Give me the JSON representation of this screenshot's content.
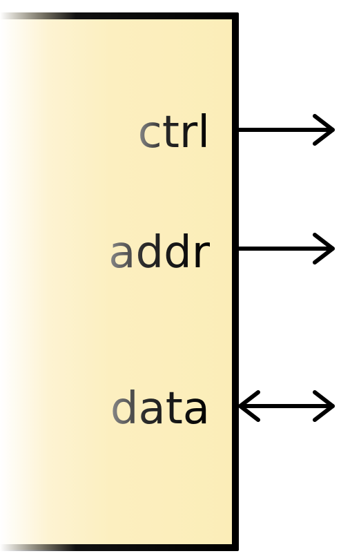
{
  "diagram": {
    "ports": [
      {
        "label": "ctrl",
        "direction": "output"
      },
      {
        "label": "addr",
        "direction": "output"
      },
      {
        "label": "data",
        "direction": "bidirectional"
      }
    ]
  }
}
